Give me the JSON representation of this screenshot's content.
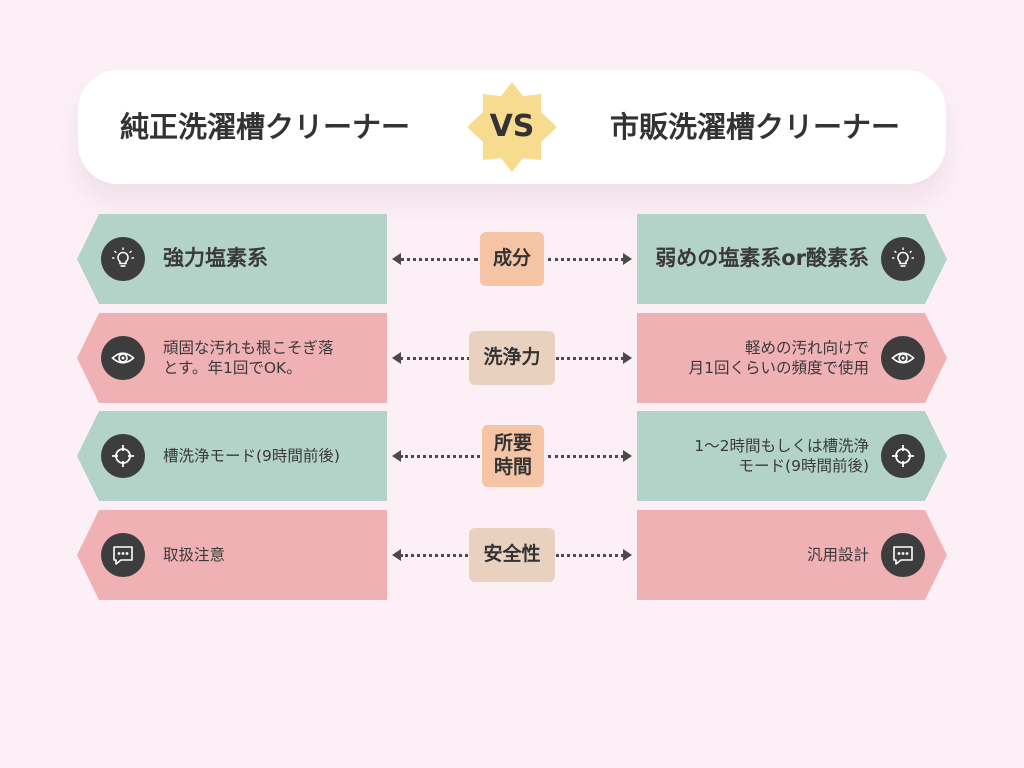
{
  "header": {
    "left_title": "純正洗濯槽クリーナー",
    "vs_label": "VS",
    "right_title": "市販洗濯槽クリーナー"
  },
  "rows": [
    {
      "category": "成分",
      "left_text": "強力塩素系",
      "right_text": "弱めの塩素系or酸素系",
      "icon": "lightbulb-icon"
    },
    {
      "category": "洗浄力",
      "left_text": "頑固な汚れも根こそぎ落\nとす。年1回でOK。",
      "right_text": "軽めの汚れ向けで\n月1回くらいの頻度で使用",
      "icon": "eye-icon"
    },
    {
      "category": "所要\n時間",
      "left_text": "槽洗浄モード(9時間前後)",
      "right_text": "1〜2時間もしくは槽洗浄\nモード(9時間前後)",
      "icon": "crosshair-icon"
    },
    {
      "category": "安全性",
      "left_text": "取扱注意",
      "right_text": "汎用設計",
      "icon": "chat-bubble-icon"
    }
  ],
  "colors": {
    "background": "#fcf0f6",
    "card_green": "#b3d3c9",
    "card_pink": "#efb1b4",
    "category_orange": "#f5c4a4",
    "category_beige": "#e8d2bf",
    "vs_badge": "#f7dc8f",
    "icon_circle": "#3d3d3d"
  }
}
